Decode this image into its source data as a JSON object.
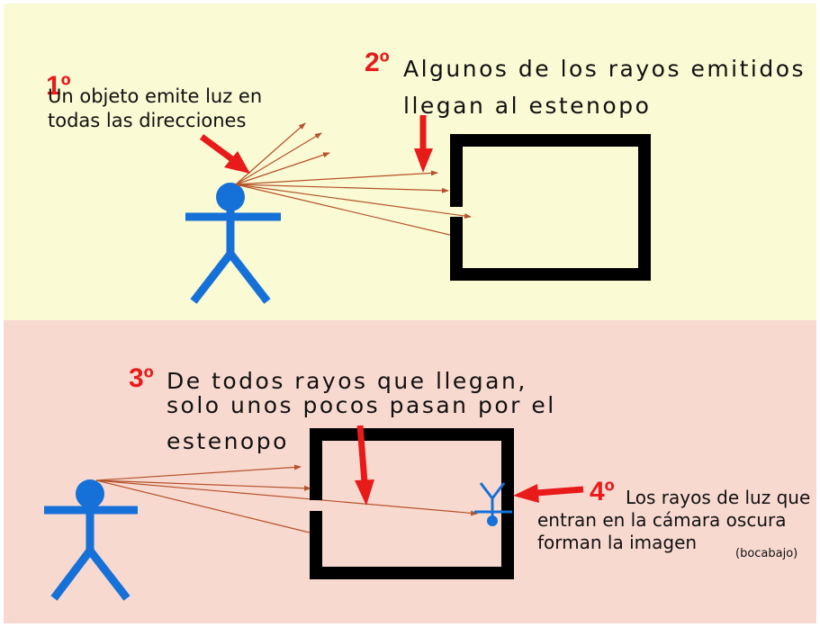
{
  "colors": {
    "top_background": "#fafad4",
    "bottom_background": "#f8d9d0",
    "accent_red": "#e81a1a",
    "ray_color": "#b5532a",
    "figure_blue": "#1570d8",
    "box_black": "#000000"
  },
  "steps": [
    {
      "number": "1º",
      "lines": [
        "Un objeto emite luz en",
        "todas las direcciones"
      ]
    },
    {
      "number": "2º",
      "lines": [
        "Algunos de los rayos emitidos",
        "llegan al estenopo"
      ]
    },
    {
      "number": "3º",
      "lines": [
        "De todos rayos que llegan,",
        "solo unos pocos pasan por el",
        "estenopo"
      ]
    },
    {
      "number": "4º",
      "lines": [
        "Los rayos de luz que",
        "entran en la cámara oscura",
        "forman la imagen"
      ],
      "note": "(bocabajo)"
    }
  ],
  "icons": [
    "stick-figure-icon",
    "camera-obscura-box-icon",
    "red-arrow-icon",
    "inverted-figure-icon"
  ]
}
